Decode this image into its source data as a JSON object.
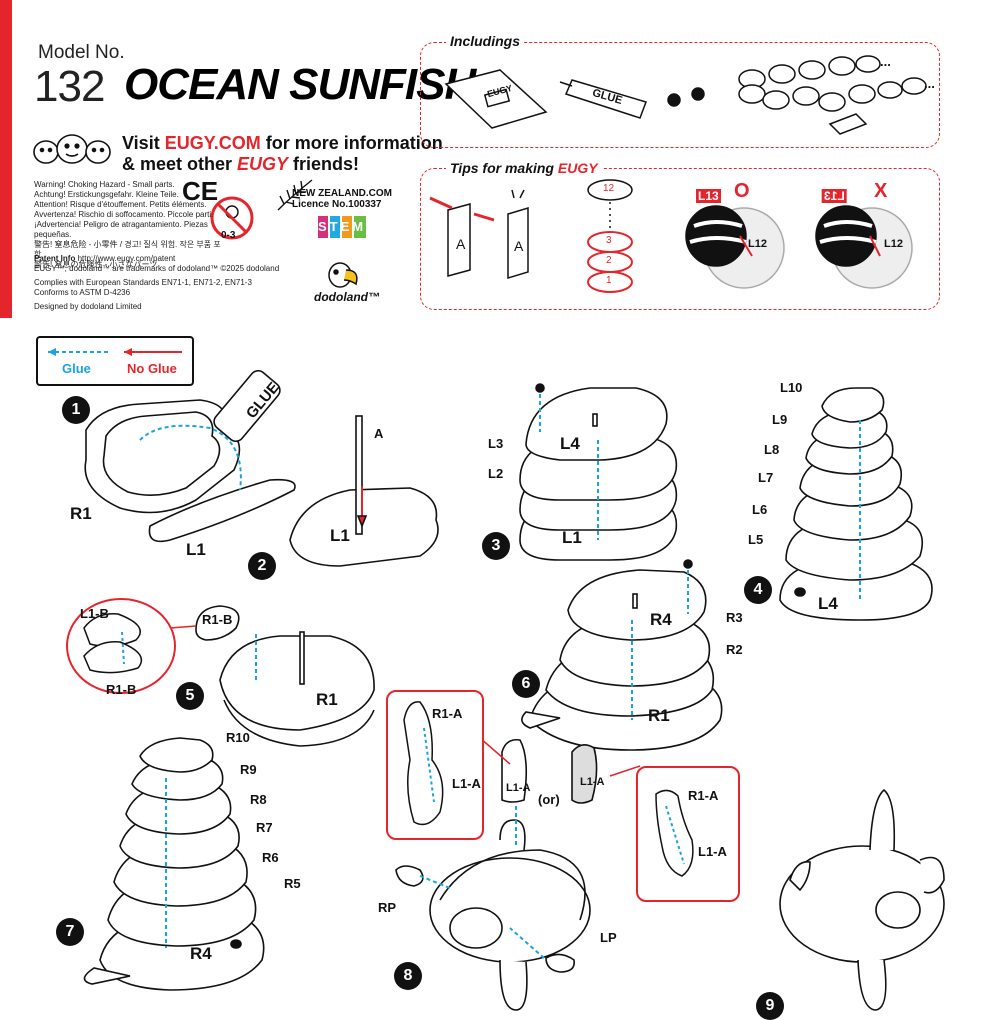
{
  "header": {
    "model_no_label": "Model No.",
    "model_number": "132",
    "model_name": "OCEAN SUNFISH",
    "visit_line1_pre": "Visit ",
    "visit_site": "EUGY.COM",
    "visit_line1_post": " for more information",
    "visit_line2_pre": "& meet other ",
    "visit_brand": "EUGY",
    "visit_line2_post": " friends!"
  },
  "safety": {
    "warnings": [
      "Warning! Choking Hazard - Small parts.",
      "Achtung! Erstickungsgefahr. Kleine Teile.",
      "Attention! Risque d'étouffement. Petits éléments.",
      "Avvertenza! Rischio di soffocamento. Piccole parti.",
      "¡Advertencia! Peligro de atragantamiento. Piezas pequeñas.",
      "警告! 窒息危险 - 小零件 / 경고! 질식 위험. 작은 부품 포함",
      "警告! 窒息の危険性 - 小さなパーツ"
    ],
    "ce_mark": "CE",
    "age_label": "0-3",
    "nz_line1": "NEW ZEALAND.COM",
    "nz_line2": "Licence No.100337",
    "stem_label": "STEM",
    "patent_label": "Patent Info",
    "patent_url": "http://www.eugy.com/patent",
    "trademark": "EUGY™, dodoland™ are trademarks of dodoland™ ©2025 dodoland",
    "compliance1": "Complies with European Standards EN71-1, EN71-2, EN71-3",
    "compliance2": "Conforms to ASTM D-4236",
    "designed_by": "Designed by dodoland Limited",
    "dodoland_logo": "dodoland™"
  },
  "includings": {
    "title": "Includings",
    "glue_label": "GLUE",
    "booklet_label": "EUGY",
    "ellipsis1": "...",
    "ellipsis2": "..."
  },
  "tips": {
    "title_pre": "Tips for making ",
    "title_brand": "EUGY",
    "piece_letter": "A",
    "stack_top": "12",
    "stack_nums": [
      "3",
      "2",
      "1"
    ],
    "correct_mark": "O",
    "wrong_mark": "X",
    "correct_top": "L13",
    "correct_bottom": "L12",
    "wrong_top": "L13",
    "wrong_bottom": "L12"
  },
  "legend": {
    "glue": "Glue",
    "no_glue": "No Glue",
    "colors": {
      "glue": "#1aa3e0",
      "no_glue": "#e5252c"
    }
  },
  "steps": {
    "s1": {
      "num": "1",
      "labels": [
        "R1",
        "L1"
      ],
      "glue": "GLUE"
    },
    "s2": {
      "num": "2",
      "labels": [
        "A",
        "L1"
      ]
    },
    "s3": {
      "num": "3",
      "labels": [
        "L4",
        "L3",
        "L2",
        "L1"
      ]
    },
    "s4": {
      "num": "4",
      "labels": [
        "L10",
        "L9",
        "L8",
        "L7",
        "L6",
        "L5",
        "L4"
      ]
    },
    "s5": {
      "num": "5",
      "labels": [
        "L1-B",
        "R1-B",
        "R1-B",
        "R1"
      ]
    },
    "s6": {
      "num": "6",
      "labels": [
        "R4",
        "R3",
        "R2",
        "R1"
      ]
    },
    "s7": {
      "num": "7",
      "labels": [
        "R10",
        "R9",
        "R8",
        "R7",
        "R6",
        "R5",
        "R4"
      ]
    },
    "s8": {
      "num": "8",
      "labels": [
        "R1-A",
        "L1-A",
        "L1-A",
        "(or)",
        "L1-A",
        "R1-A",
        "L1-A",
        "RP",
        "LP"
      ]
    },
    "s9": {
      "num": "9"
    }
  }
}
